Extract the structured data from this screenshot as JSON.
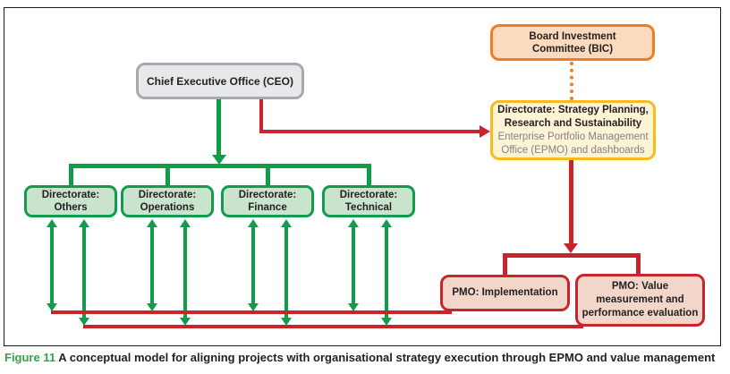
{
  "colors": {
    "green": "#0f9c4b",
    "green-fill": "#c9e3cd",
    "red": "#c9242b",
    "red-fill": "#f3d6ca",
    "orange": "#f07d22",
    "orange-fill": "#fbdabd",
    "gold": "#f6bb1d",
    "gold-fill": "#fdf3d5",
    "gray-border": "#a7a9ac",
    "gray-fill": "#e7e8e9",
    "text-dark": "#231f20",
    "text-gray": "#808285",
    "caption-green": "#2fa14c"
  },
  "nodes": {
    "ceo": {
      "label": "Chief Executive Office (CEO)"
    },
    "bic": {
      "line1": "Board Investment",
      "line2": "Committee (BIC)"
    },
    "strategy": {
      "title1": "Directorate: Strategy Planning,",
      "title2": "Research and Sustainability",
      "sub1": "Enterprise Portfolio Management",
      "sub2": "Office (EPMO) and dashboards"
    },
    "dir_others": {
      "line1": "Directorate:",
      "line2": "Others"
    },
    "dir_operations": {
      "line1": "Directorate:",
      "line2": "Operations"
    },
    "dir_finance": {
      "line1": "Directorate:",
      "line2": "Finance"
    },
    "dir_technical": {
      "line1": "Directorate:",
      "line2": "Technical"
    },
    "pmo_implementation": {
      "label": "PMO: Implementation"
    },
    "pmo_value": {
      "line1": "PMO: Value",
      "line2": "measurement and",
      "line3": "performance evaluation"
    }
  },
  "caption": {
    "prefix": "Figure 11",
    "text": " A conceptual model for aligning projects with organisational strategy execution through EPMO and value management"
  }
}
